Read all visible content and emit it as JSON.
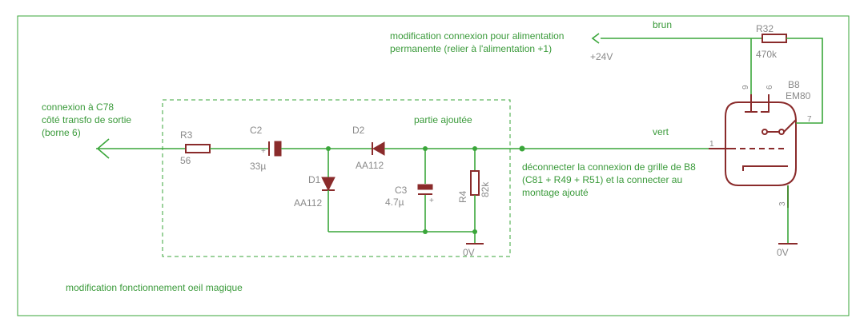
{
  "colors": {
    "wire": "#3aa63a",
    "component": "#8a2b2b",
    "value_text": "#8a8a8a",
    "note_text": "#3a9a3a"
  },
  "notes": {
    "mod_connection_line1": "modification connexion pour alimentation",
    "mod_connection_line2": "permanente (relier à l'alimentation +1)",
    "connexion_line1": "connexion à C78",
    "connexion_line2": "côté transfo de sortie",
    "connexion_line3": "(borne 6)",
    "partie_ajoutee": "partie ajoutée",
    "deconnect_line1": "déconnecter la connexion de grille de B8",
    "deconnect_line2": "(C81 + R49 + R51) et la connecter au",
    "deconnect_line3": "montage ajouté",
    "footer": "modification fonctionnement oeil magique"
  },
  "wires": {
    "brun": "brun",
    "vert": "vert"
  },
  "power": {
    "plus24": "+24V",
    "gnd1": "0V",
    "gnd2": "0V"
  },
  "components": {
    "R3": {
      "name": "R3",
      "value": "56"
    },
    "C2": {
      "name": "C2",
      "value": "33µ",
      "polarity": "+"
    },
    "D2": {
      "name": "D2",
      "value": "AA112"
    },
    "D1": {
      "name": "D1",
      "value": "AA112"
    },
    "C3": {
      "name": "C3",
      "value": "4.7µ",
      "polarity": "+"
    },
    "R4": {
      "name": "R4",
      "value": "82k"
    },
    "R32": {
      "name": "R32",
      "value": "470k"
    },
    "B8": {
      "name": "B8",
      "value": "EM80"
    }
  },
  "pins": {
    "p9": "9",
    "p6": "6",
    "p7": "7",
    "p1": "1",
    "p3": "3"
  }
}
